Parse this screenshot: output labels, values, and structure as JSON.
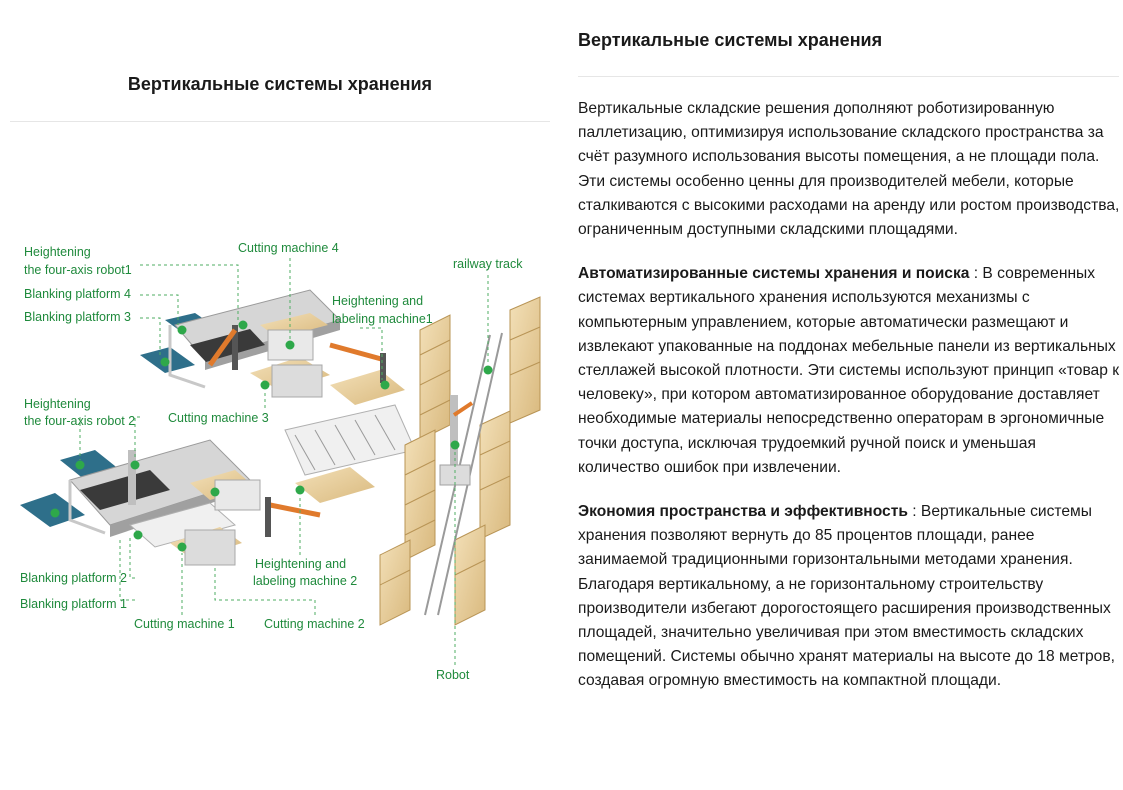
{
  "left": {
    "title": "Вертикальные системы хранения",
    "figure_labels": {
      "heightening_robot1_l1": "Heightening",
      "heightening_robot1_l2": "the four-axis robot1",
      "cutting4": "Cutting machine 4",
      "railway": "railway track",
      "blank4": "Blanking platform 4",
      "blank3": "Blanking platform 3",
      "label1_l1": "Heightening and",
      "label1_l2": "labeling machine1",
      "cutting3": "Cutting machine 3",
      "heightening_robot2_l1": "Heightening",
      "heightening_robot2_l2": "the four-axis robot 2",
      "label2_l1": "Heightening and",
      "label2_l2": "labeling machine 2",
      "blank2": "Blanking platform 2",
      "blank1": "Blanking platform 1",
      "cutting1": "Cutting machine 1",
      "cutting2": "Cutting machine 2",
      "robot": "Robot"
    },
    "colors": {
      "label_green": "#1f8a3c",
      "panel_blue": "#2e6f8a",
      "wood": "#e8cf9f"
    }
  },
  "right": {
    "title": "Вертикальные системы хранения",
    "intro": "Вертикальные складские решения дополняют роботизированную паллетизацию, оптимизируя использование складского пространства за счёт разумного использования высоты помещения, а не площади пола. Эти системы особенно ценны для производителей мебели, которые сталкиваются с высокими расходами на аренду или ростом производства, ограниченным доступными складскими площадями.",
    "section1_heading": "Автоматизированные системы хранения и поиска",
    "section1_body": " : В современных системах вертикального хранения используются механизмы с компьютерным управлением, которые автоматически размещают и извлекают упакованные на поддонах мебельные панели из вертикальных стеллажей высокой плотности. Эти системы используют принцип «товар к человеку», при котором автоматизированное оборудование доставляет необходимые материалы непосредственно операторам в эргономичные точки доступа, исключая трудоемкий ручной поиск и уменьшая количество ошибок при извлечении.",
    "section2_heading": "Экономия пространства и эффективность",
    "section2_body": " : Вертикальные системы хранения позволяют вернуть до 85 процентов площади, ранее занимаемой традиционными горизонтальными методами хранения. Благодаря вертикальному, а не горизонтальному строительству производители избегают дорогостоящего расширения производственных площадей, значительно увеличивая при этом вместимость складских помещений. Системы обычно хранят материалы на высоте до 18 метров, создавая огромную вместимость на компактной площади."
  }
}
